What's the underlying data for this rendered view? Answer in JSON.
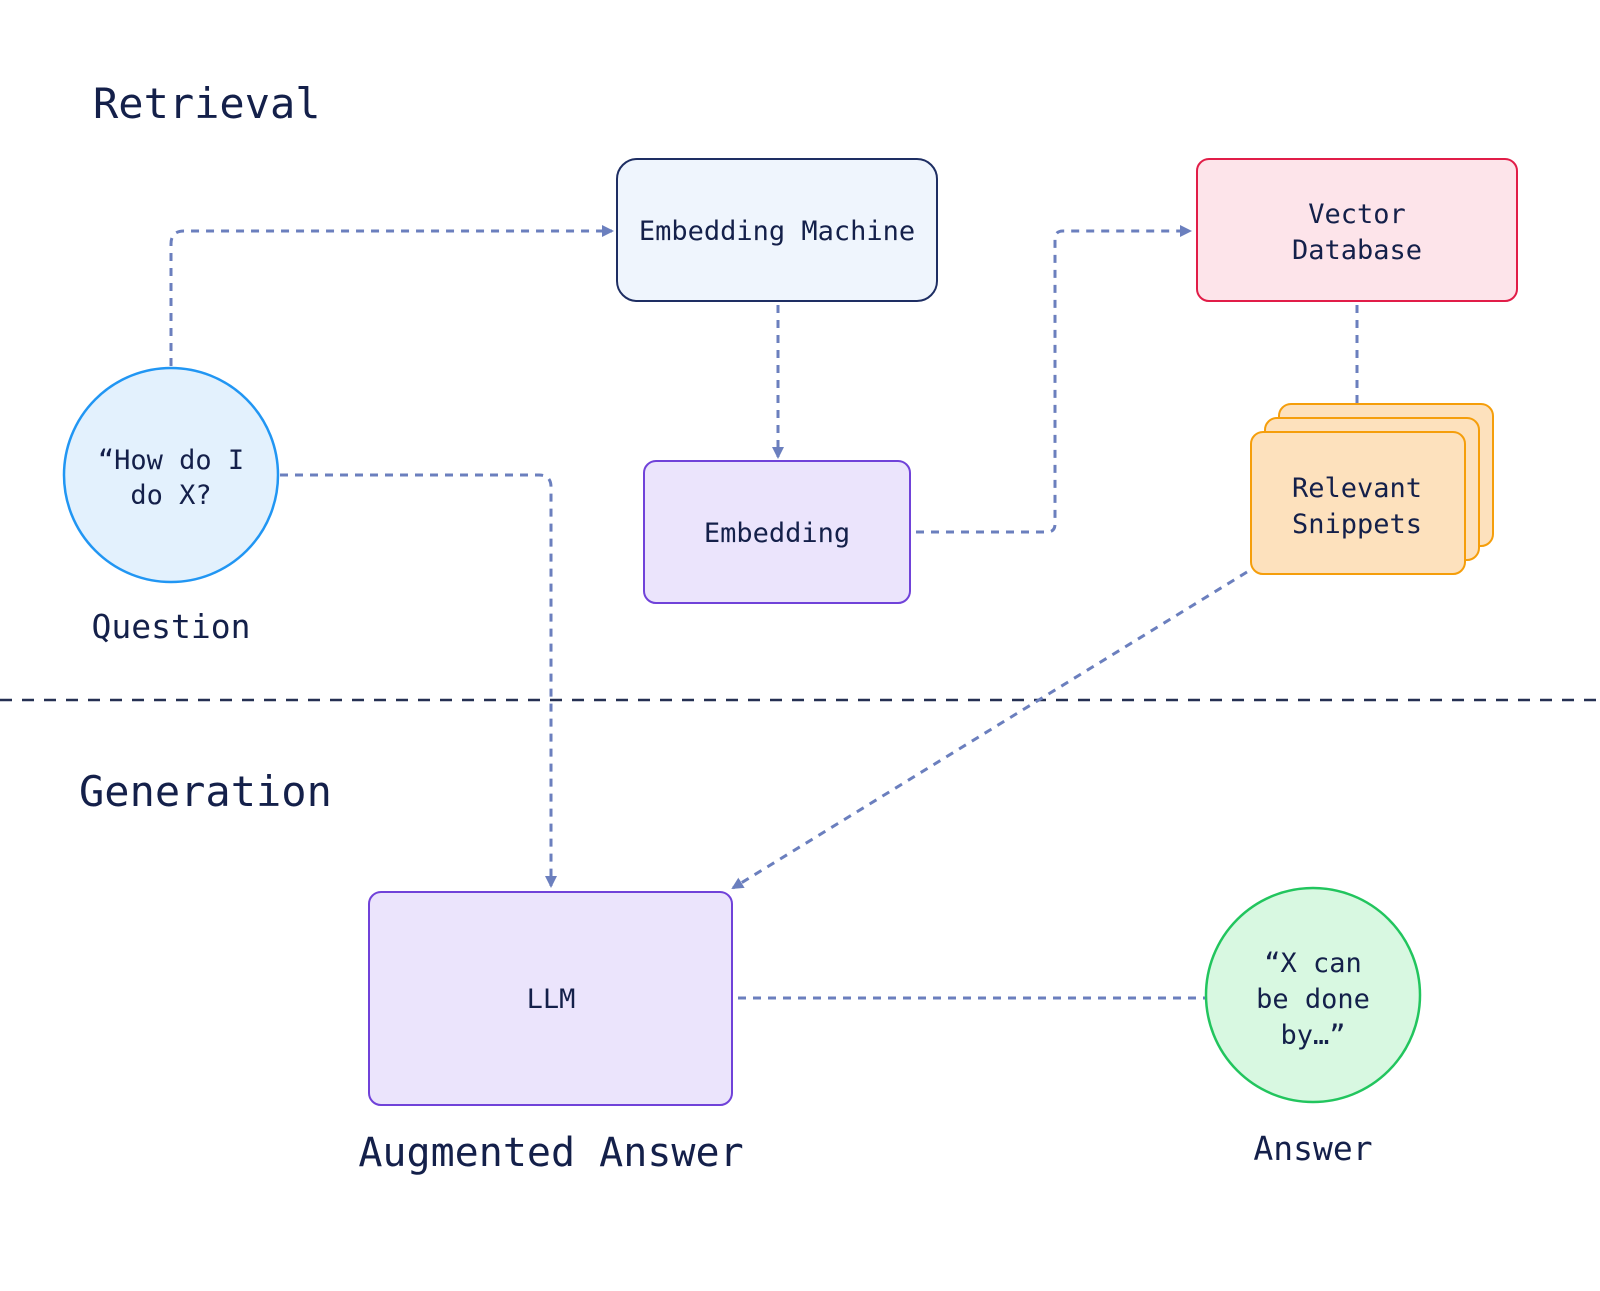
{
  "sections": {
    "retrieval": "Retrieval",
    "generation": "Generation"
  },
  "nodes": {
    "question": {
      "lines": [
        "“How do I",
        "do X?"
      ],
      "caption": "Question",
      "fill": "#e3f1fd",
      "stroke": "#2196f3"
    },
    "embedding_machine": {
      "lines": [
        "Embedding Machine"
      ],
      "fill": "#eff5fd",
      "stroke": "#1e2e63"
    },
    "embedding": {
      "lines": [
        "Embedding"
      ],
      "fill": "#ebe4fc",
      "stroke": "#7042d9"
    },
    "vector_database": {
      "lines": [
        "Vector",
        "Database"
      ],
      "fill": "#fde4ea",
      "stroke": "#e11d48"
    },
    "relevant_snippets": {
      "lines": [
        "Relevant",
        "Snippets"
      ],
      "fill": "#fde1bd",
      "stroke": "#f59e0b"
    },
    "llm": {
      "lines": [
        "LLM"
      ],
      "caption": "Augmented Answer",
      "fill": "#ebe4fc",
      "stroke": "#7042d9"
    },
    "answer": {
      "lines": [
        "“X can",
        "be done",
        "by…”"
      ],
      "caption": "Answer",
      "fill": "#d8f8e1",
      "stroke": "#22c55e"
    }
  },
  "colors": {
    "text": "#14204a",
    "arrow": "#6b7fbe",
    "divider": "#253052"
  }
}
